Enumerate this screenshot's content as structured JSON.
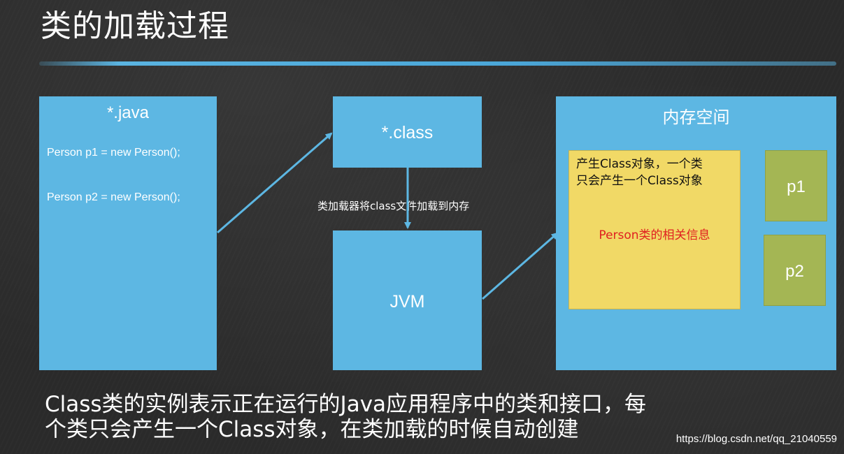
{
  "title": "类的加载过程",
  "java_box": {
    "title": "*.java",
    "lines": [
      "Person p1 = new Person();",
      "Person p2 = new Person();"
    ]
  },
  "class_box": {
    "title": "*.class"
  },
  "jvm_box": {
    "title": "JVM"
  },
  "arrow_caption": "类加载器将class文件加载到内存",
  "memory_box": {
    "title": "内存空间",
    "class_object": {
      "line1": "产生Class对象，一个类",
      "line2": "只会产生一个Class对象",
      "info": "Person类的相关信息"
    },
    "p1": "p1",
    "p2": "p2"
  },
  "bottom_text": {
    "line1": "Class类的实例表示正在运行的Java应用程序中的类和接口，每",
    "line2": "个类只会产生一个Class对象，在类加载的时候自动创建"
  },
  "watermark": "https://blog.csdn.net/qq_21040559",
  "colors": {
    "blue_box": "#5db7e3",
    "yellow_box": "#f1d966",
    "green_box": "#a4b654",
    "red_text": "#e02020",
    "arrow": "#5db7e3"
  }
}
